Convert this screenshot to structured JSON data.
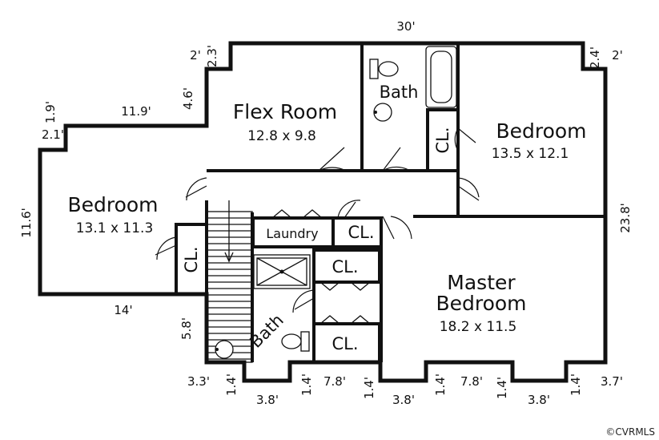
{
  "rooms": {
    "flex_room": {
      "name": "Flex Room",
      "size": "12.8 x 9.8"
    },
    "bedroom_right": {
      "name": "Bedroom",
      "size": "13.5 x 12.1"
    },
    "bedroom_left": {
      "name": "Bedroom",
      "size": "13.1 x 11.3"
    },
    "master": {
      "name_line1": "Master",
      "name_line2": "Bedroom",
      "size": "18.2 x 11.5"
    },
    "bath_upper": {
      "name": "Bath"
    },
    "bath_lower": {
      "name": "Bath"
    },
    "laundry": {
      "name": "Laundry"
    },
    "closets": [
      "CL.",
      "CL.",
      "CL.",
      "CL.",
      "CL."
    ]
  },
  "dimensions": {
    "top_width": "30'",
    "right_height": "23.8'",
    "left_height": "11.6'",
    "left_bottom": "14'",
    "left_top": "11.9'",
    "left_step_w": "2.1'",
    "left_step_h": "1.9'",
    "flex_step_h": "4.6'",
    "flex_step_w": "2'",
    "flex_step_h2": "2.3'",
    "right_step_h": "2.4'",
    "right_step_w": "2'",
    "stair_h": "5.8'",
    "bottom_left": "3.3'",
    "bottom_right": "3.7'",
    "bay_depth": [
      "1.4'",
      "1.4'",
      "1.4'",
      "1.4'",
      "1.4'",
      "1.4'"
    ],
    "bay_width": [
      "3.8'",
      "3.8'",
      "3.8'"
    ],
    "gap_width": [
      "7.8'",
      "7.8'"
    ]
  },
  "copyright": "©CVRMLS"
}
